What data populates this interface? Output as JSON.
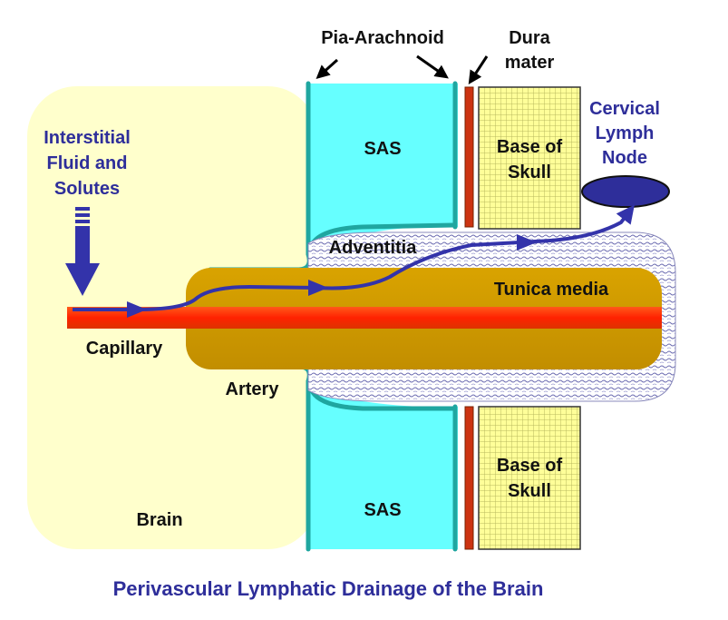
{
  "labels": {
    "pia_arachnoid": "Pia-Arachnoid",
    "dura_line1": "Dura",
    "dura_line2": "mater",
    "sas_top": "SAS",
    "sas_bottom": "SAS",
    "skull_top_line1": "Base of",
    "skull_top_line2": "Skull",
    "skull_bottom_line1": "Base of",
    "skull_bottom_line2": "Skull",
    "lymph_line1": "Cervical",
    "lymph_line2": "Lymph",
    "lymph_line3": "Node",
    "fluid_line1": "Interstitial",
    "fluid_line2": "Fluid and",
    "fluid_line3": "Solutes",
    "adventitia": "Adventitia",
    "tunica_media": "Tunica media",
    "capillary": "Capillary",
    "artery": "Artery",
    "brain": "Brain"
  },
  "caption": "Perivascular Lymphatic Drainage of the Brain",
  "colors": {
    "brain": "#ffffcc",
    "sas": "#66ffff",
    "pia_membrane": "#1fa6a0",
    "dura": "#cc3311",
    "skull": "#ffff99",
    "skull_grid": "#b8b860",
    "tunica": "#cc9900",
    "vessel_core": "#ff3300",
    "flow_arrow": "#3333aa",
    "lymph_node": "#2e2e9a",
    "label_blue": "#2e2e9a"
  }
}
